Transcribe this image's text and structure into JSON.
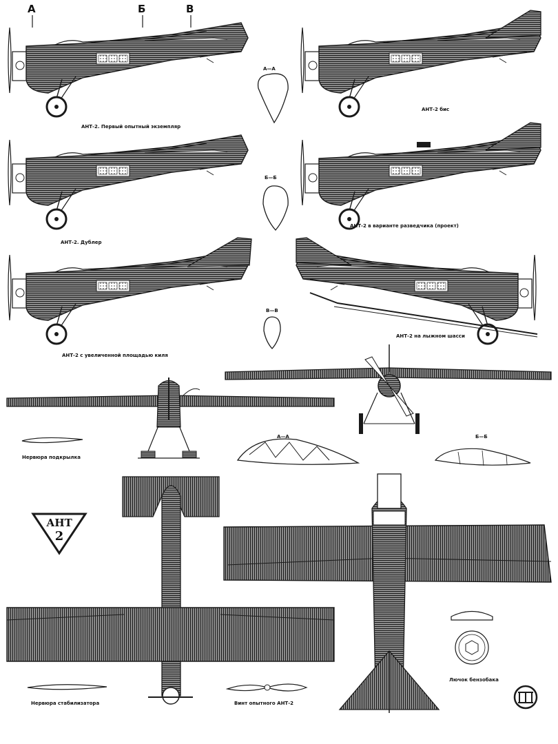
{
  "section_letters": [
    "А",
    "Б",
    "В"
  ],
  "views": {
    "prototype": "АНТ-2. Первый опытный экземпляр",
    "bis": "АНТ-2 бис",
    "doubler": "АНТ-2. Дублер",
    "recon": "АНТ-2 в варианте разведчика (проект)",
    "enlarged_fin": "АНТ-2 с увеличенной площадью киля",
    "ski": "АНТ-2 на лыжном шасси"
  },
  "sections": {
    "aa": "А—А",
    "bb": "Б—Б",
    "vv": "В—В"
  },
  "details": {
    "wing_rib": "Нервюра подкрылка",
    "stab_rib": "Нервюра стабилизатора",
    "prop": "Винт опытного АНТ-2",
    "fuel_hatch": "Лючок бензобака"
  },
  "logo": {
    "top": "АНТ",
    "bottom": "2"
  },
  "colors": {
    "ink": "#1a1a1a",
    "hatch": "#5a5a5a",
    "paper": "#ffffff"
  }
}
